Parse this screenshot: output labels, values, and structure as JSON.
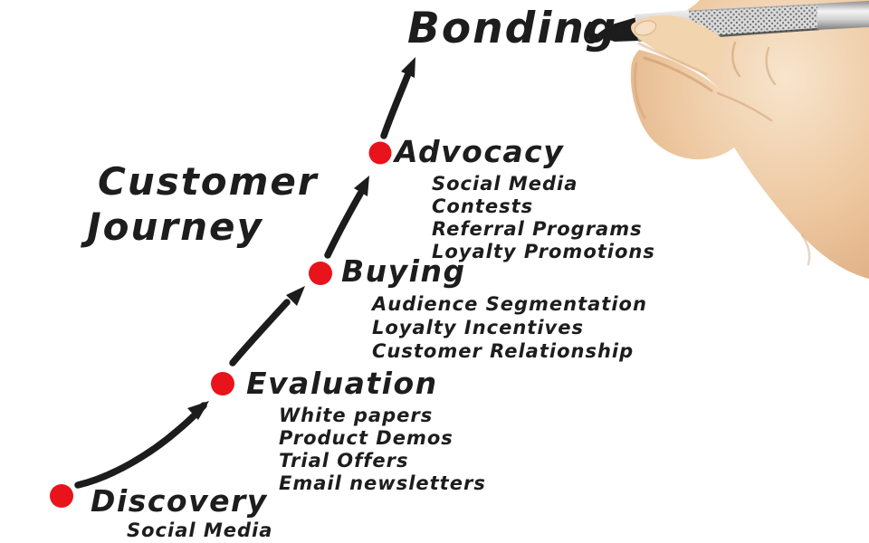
{
  "diagram": {
    "title": {
      "line1": "Customer",
      "line2": "Journey"
    },
    "goal_label": "Bonding",
    "stages": [
      {
        "label": "Discovery",
        "items": [
          "Social Media"
        ]
      },
      {
        "label": "Evaluation",
        "items": [
          "White papers",
          "Product Demos",
          "Trial Offers",
          "Email newsletters"
        ]
      },
      {
        "label": "Buying",
        "items": [
          "Audience Segmentation",
          "Loyalty Incentives",
          "Customer Relationship"
        ]
      },
      {
        "label": "Advocacy",
        "items": [
          "Social Media",
          "Contests",
          "Referral Programs",
          "Loyalty Promotions"
        ]
      }
    ],
    "graphics": {
      "hand_icon": "hand-holding-pen-icon",
      "pen_icon": "silver-pen-icon",
      "marker_dot_icon": "red-dot-icon",
      "arrow_icon": "curved-arrow-up-icon"
    },
    "colors": {
      "ink": "#1d1d1d",
      "dot_red": "#e8131b",
      "skin": "#eec9a2",
      "pen_silver": "#d0d0d0",
      "background": "#ffffff"
    }
  }
}
